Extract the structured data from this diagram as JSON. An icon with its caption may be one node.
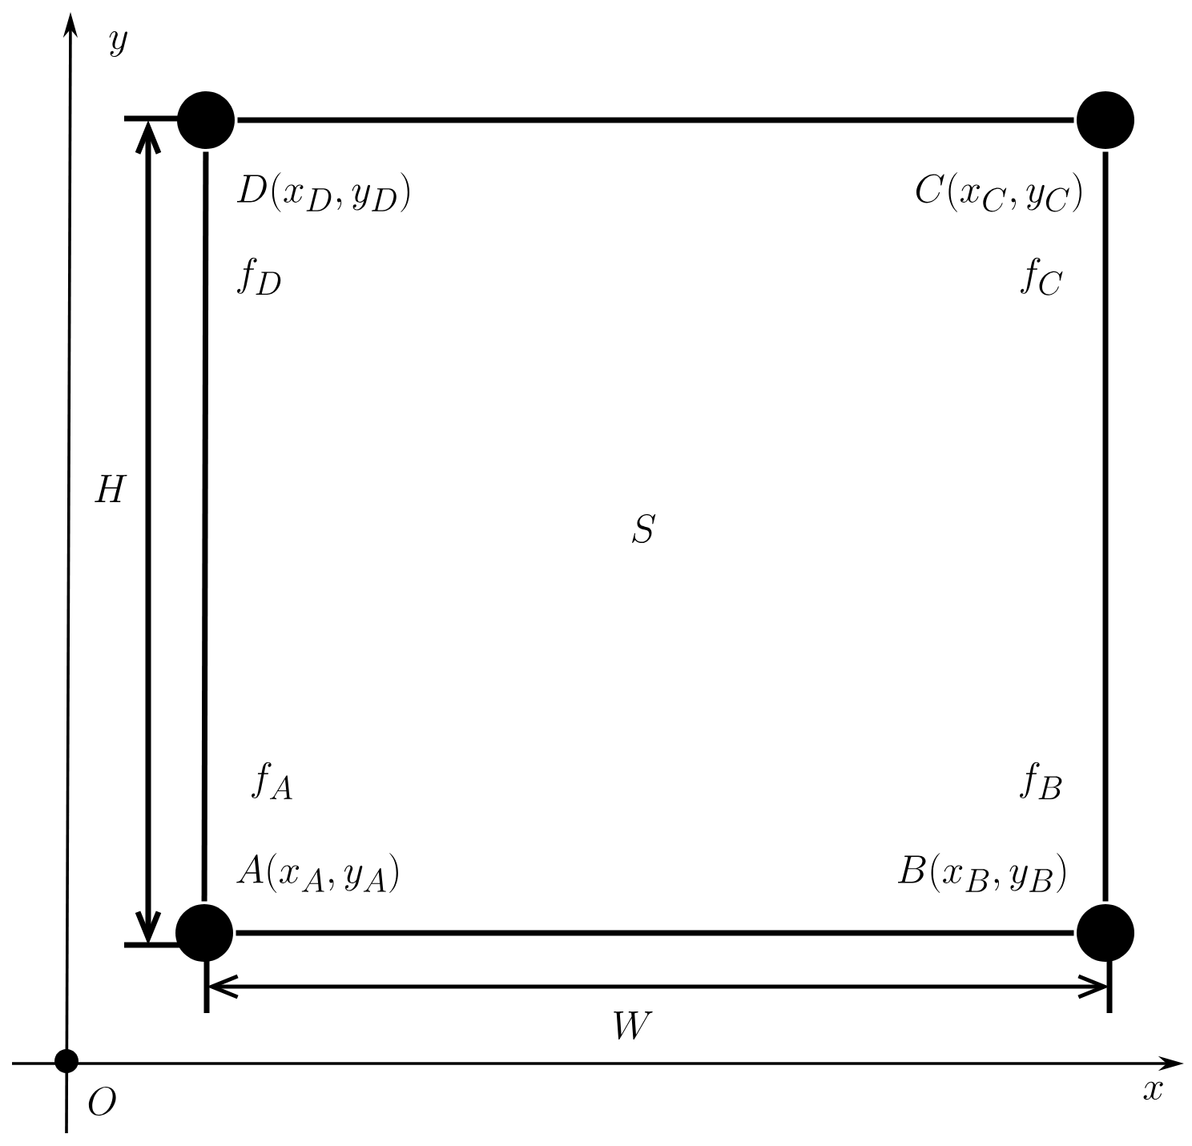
{
  "diagram": {
    "nodes": [
      {
        "text": [],
        "shape": "circle",
        "beside": [
          "D(x_D,y_D)",
          "f_D"
        ]
      },
      {
        "text": [],
        "shape": "circle",
        "beside": [
          "C(x_C,y_C)",
          "f_C"
        ]
      },
      {
        "text": [],
        "shape": "circle",
        "beside": [
          "f_A",
          "A(x_A,y_A)"
        ]
      },
      {
        "text": [],
        "shape": "circle",
        "beside": [
          "f_B",
          "B(x_B,y_B)"
        ]
      },
      {
        "text": [],
        "shape": "circle",
        "beside": [
          "O"
        ]
      }
    ],
    "edges": [
      {
        "from": 0,
        "to": 1,
        "arrow": "none"
      },
      {
        "from": 1,
        "to": 3,
        "arrow": "none"
      },
      {
        "from": 3,
        "to": 2,
        "arrow": "none"
      },
      {
        "from": 2,
        "to": 0,
        "arrow": "none"
      }
    ],
    "labels": [
      "y",
      "H",
      "S",
      "W",
      "x"
    ]
  }
}
